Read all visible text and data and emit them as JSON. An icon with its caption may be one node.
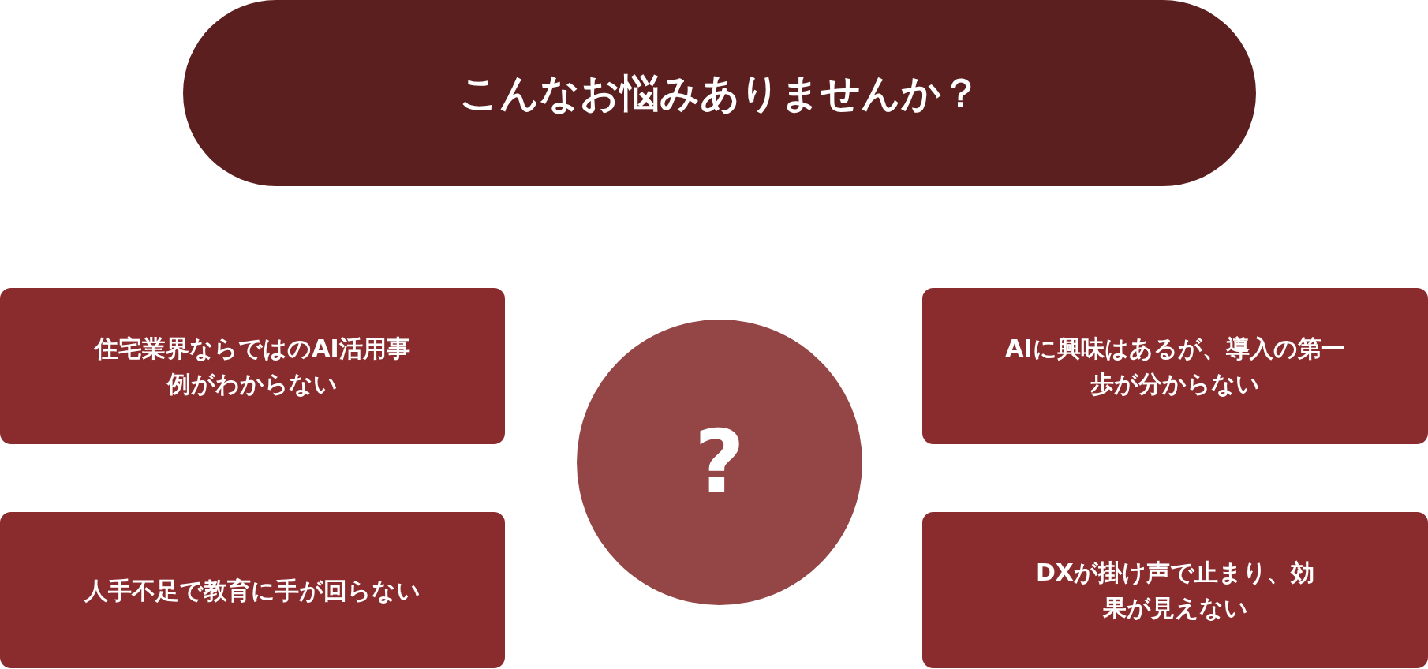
{
  "diagram": {
    "nodes": [
      {
        "text": [
          "こんなお悩みありませんか？"
        ]
      },
      {
        "text": [
          "住宅業界ならではのAI活用事例がわからない"
        ]
      },
      {
        "text": [
          "?"
        ]
      },
      {
        "text": [
          "AIに興味はあるが、導入の第一歩が分からない"
        ]
      },
      {
        "text": [
          "人手不足で教育に手が回らない"
        ]
      },
      {
        "text": [
          "DXが掛け声で止まり、効果が見えない"
        ]
      }
    ]
  }
}
